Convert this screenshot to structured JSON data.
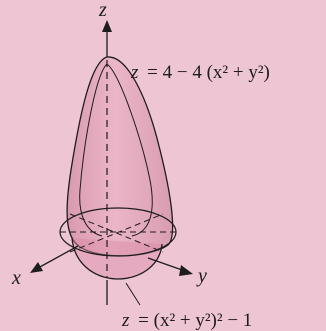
{
  "axes": {
    "z_label": "z",
    "x_label": "x",
    "y_label": "y"
  },
  "surfaces": {
    "upper": {
      "equation_lhs": "z",
      "equation_rest": "= 4 − 4 (x² + y²)"
    },
    "lower": {
      "equation_lhs": "z",
      "equation_rest": "= (x² + y²)² − 1"
    }
  },
  "colors": {
    "background": "#eec5d3",
    "surface_fill": "#d98aa6",
    "line": "#1d1d1d"
  }
}
